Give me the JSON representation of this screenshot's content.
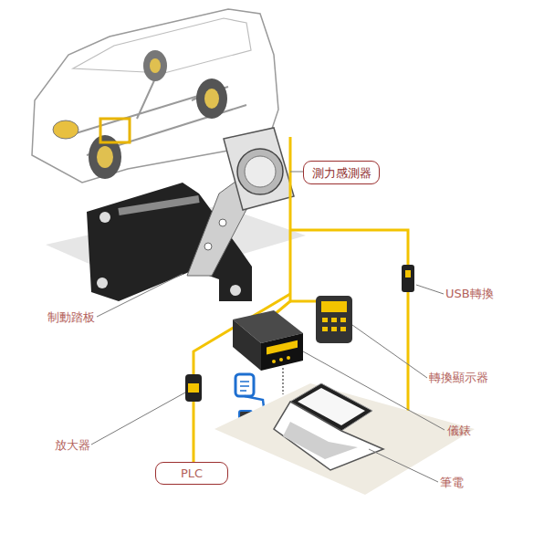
{
  "diagram": {
    "nodes": [
      {
        "text": [
          "測力感測器"
        ]
      },
      {
        "text": [
          "PLC"
        ]
      }
    ],
    "labels": [
      "USB轉換",
      "制動踏板",
      "轉換顯示器",
      "放大器",
      "儀錶",
      "筆電"
    ]
  }
}
